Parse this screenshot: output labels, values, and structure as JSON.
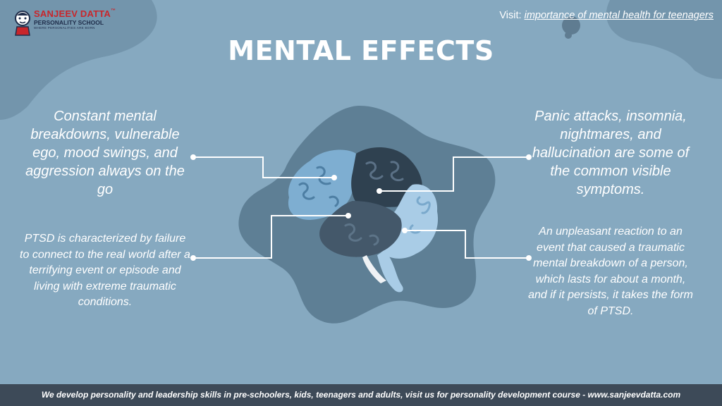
{
  "logo": {
    "name": "SANJEEV DATTA",
    "subtitle": "PERSONALITY SCHOOL",
    "tagline": "WHERE PERSONALITIES ARE BORN",
    "tm": "™"
  },
  "header": {
    "visit_prefix": "Visit: ",
    "visit_link": "importance of mental health for teenagers"
  },
  "title": "MENTAL EFFECTS",
  "points": {
    "top_left": "Constant mental breakdowns, vulnerable ego, mood swings, and aggression always on the go",
    "bottom_left": "PTSD is characterized by failure to connect to the real world after a terrifying event or episode and living with extreme traumatic conditions.",
    "top_right": "Panic attacks, insomnia, nightmares, and hallucination are some of the common visible symptoms.",
    "bottom_right": "An unpleasant reaction to an event that caused a traumatic mental breakdown of a person, which lasts for about a month, and if it persists, it takes the form of PTSD."
  },
  "footer": "We develop personality and leadership skills in pre-schoolers, kids, teenagers and adults, visit us for personality development course - www.sanjeevdatta.com",
  "colors": {
    "background": "#86a9c0",
    "blob": "#6d8fa6",
    "star": "#5e7f95",
    "brain_light": "#7eaed1",
    "brain_lighter": "#a9cce6",
    "brain_dark": "#2f4150",
    "brain_mid": "#44586a",
    "footer": "#3d4a58",
    "logo_red": "#c8262b"
  }
}
